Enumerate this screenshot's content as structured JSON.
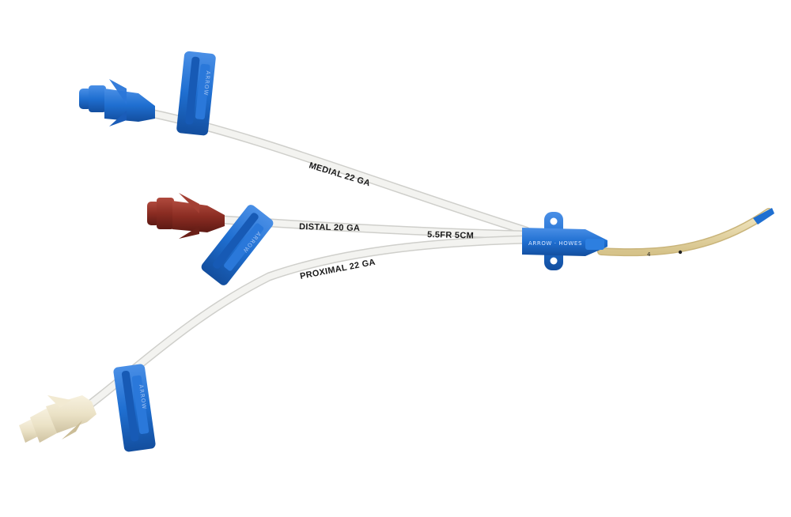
{
  "product": {
    "lumens": {
      "medial": "MEDIAL 22 GA",
      "distal": "DISTAL 20 GA",
      "proximal": "PROXIMAL 22 GA"
    },
    "catheter_size": "5.5FR 5CM",
    "hub_brand": "ARROW · HOWES",
    "clamp_brand": "ARROW",
    "depth_marker": "4"
  },
  "colors": {
    "background": "#ffffff",
    "tubing": "#f1f1ee",
    "clamp_blue": "#1f6fd1",
    "hub_blue": "#1c63c7",
    "distal_cap": "#8a2c22",
    "proximal_cap": "#ebe2c6",
    "catheter_tip": "#e8d8a4"
  }
}
